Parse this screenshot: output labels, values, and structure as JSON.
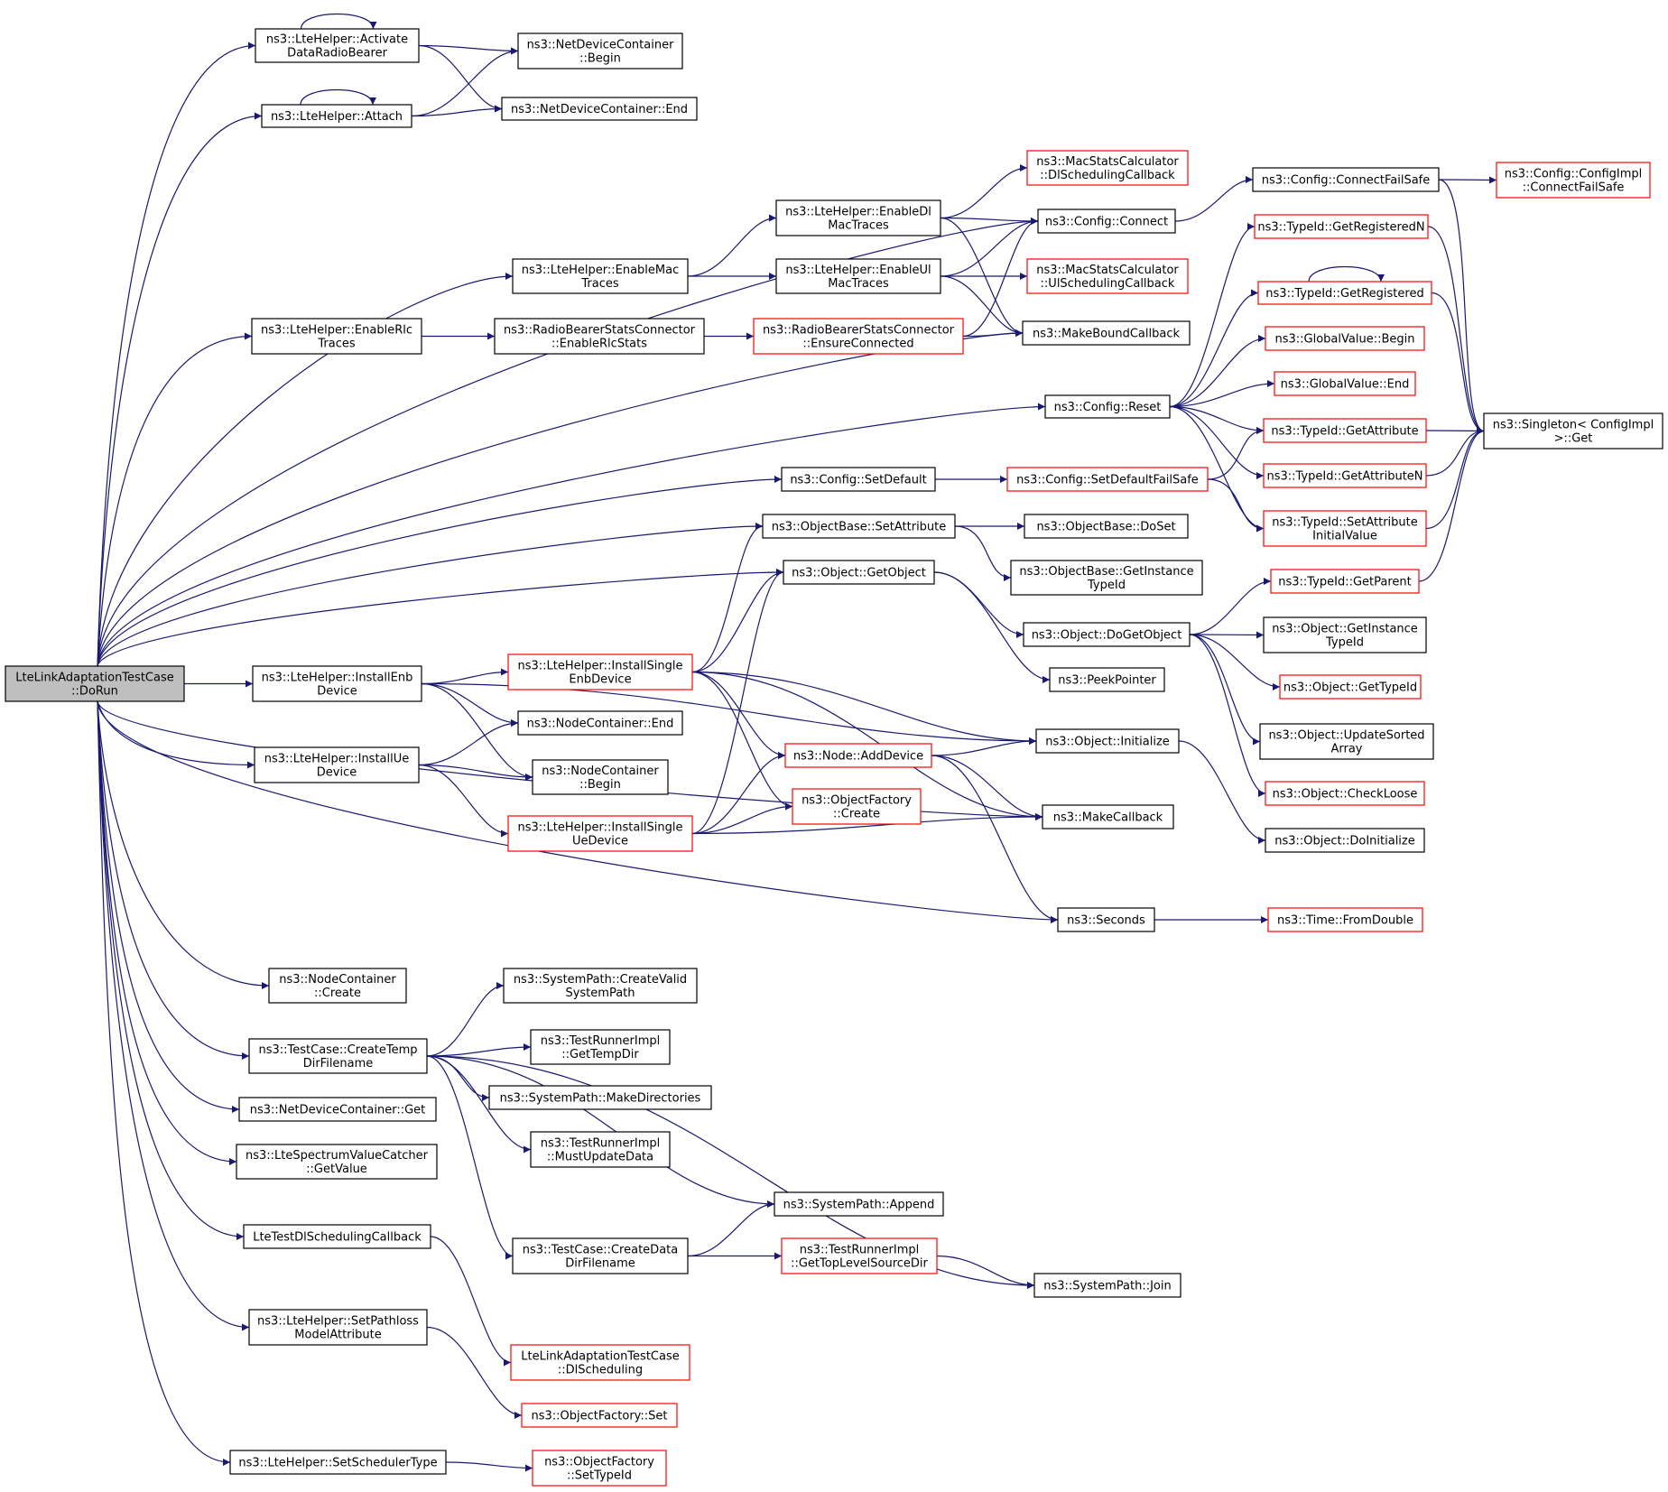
{
  "colors": {
    "edge": "#191970",
    "box_border": "#000000",
    "box_border_truncated": "#ff0000",
    "root_fill": "#bfbfbf"
  },
  "nodes": [
    {
      "id": "root",
      "lines": [
        "LteLinkAdaptationTestCase",
        "::DoRun"
      ],
      "style": "root"
    },
    {
      "id": "activate",
      "lines": [
        "ns3::LteHelper::Activate",
        "DataRadioBearer"
      ],
      "style": "normal"
    },
    {
      "id": "attach",
      "lines": [
        "ns3::LteHelper::Attach"
      ],
      "style": "normal"
    },
    {
      "id": "ndc_begin",
      "lines": [
        "ns3::NetDeviceContainer",
        "::Begin"
      ],
      "style": "normal"
    },
    {
      "id": "ndc_end",
      "lines": [
        "ns3::NetDeviceContainer::End"
      ],
      "style": "normal"
    },
    {
      "id": "msc_dl",
      "lines": [
        "ns3::MacStatsCalculator",
        "::DlSchedulingCallback"
      ],
      "style": "red"
    },
    {
      "id": "cfg_connectfs",
      "lines": [
        "ns3::Config::ConnectFailSafe"
      ],
      "style": "normal"
    },
    {
      "id": "cfgimpl_connectfs",
      "lines": [
        "ns3::Config::ConfigImpl",
        "::ConnectFailSafe"
      ],
      "style": "red"
    },
    {
      "id": "en_dl_mac",
      "lines": [
        "ns3::LteHelper::EnableDl",
        "MacTraces"
      ],
      "style": "normal"
    },
    {
      "id": "cfg_connect",
      "lines": [
        "ns3::Config::Connect"
      ],
      "style": "normal"
    },
    {
      "id": "tid_getregn",
      "lines": [
        "ns3::TypeId::GetRegisteredN"
      ],
      "style": "red"
    },
    {
      "id": "en_mac",
      "lines": [
        "ns3::LteHelper::EnableMac",
        "Traces"
      ],
      "style": "normal"
    },
    {
      "id": "en_ul_mac",
      "lines": [
        "ns3::LteHelper::EnableUl",
        "MacTraces"
      ],
      "style": "normal"
    },
    {
      "id": "msc_ul",
      "lines": [
        "ns3::MacStatsCalculator",
        "::UlSchedulingCallback"
      ],
      "style": "red"
    },
    {
      "id": "tid_getreg",
      "lines": [
        "ns3::TypeId::GetRegistered"
      ],
      "style": "red"
    },
    {
      "id": "en_rlc",
      "lines": [
        "ns3::LteHelper::EnableRlc",
        "Traces"
      ],
      "style": "normal"
    },
    {
      "id": "rbsc_enrlc",
      "lines": [
        "ns3::RadioBearerStatsConnector",
        "::EnableRlcStats"
      ],
      "style": "normal"
    },
    {
      "id": "rbsc_ensure",
      "lines": [
        "ns3::RadioBearerStatsConnector",
        "::EnsureConnected"
      ],
      "style": "red"
    },
    {
      "id": "make_bound",
      "lines": [
        "ns3::MakeBoundCallback"
      ],
      "style": "normal"
    },
    {
      "id": "gv_begin",
      "lines": [
        "ns3::GlobalValue::Begin"
      ],
      "style": "red"
    },
    {
      "id": "gv_end",
      "lines": [
        "ns3::GlobalValue::End"
      ],
      "style": "red"
    },
    {
      "id": "cfg_reset",
      "lines": [
        "ns3::Config::Reset"
      ],
      "style": "normal"
    },
    {
      "id": "tid_getattr",
      "lines": [
        "ns3::TypeId::GetAttribute"
      ],
      "style": "red"
    },
    {
      "id": "singleton",
      "lines": [
        "ns3::Singleton< ConfigImpl",
        ">::Get"
      ],
      "style": "normal"
    },
    {
      "id": "cfg_setdef",
      "lines": [
        "ns3::Config::SetDefault"
      ],
      "style": "normal"
    },
    {
      "id": "cfg_setdeffs",
      "lines": [
        "ns3::Config::SetDefaultFailSafe"
      ],
      "style": "red"
    },
    {
      "id": "tid_getattrn",
      "lines": [
        "ns3::TypeId::GetAttributeN"
      ],
      "style": "red"
    },
    {
      "id": "ob_setattr",
      "lines": [
        "ns3::ObjectBase::SetAttribute"
      ],
      "style": "normal"
    },
    {
      "id": "ob_doset",
      "lines": [
        "ns3::ObjectBase::DoSet"
      ],
      "style": "normal"
    },
    {
      "id": "tid_setattrinit",
      "lines": [
        "ns3::TypeId::SetAttribute",
        "InitialValue"
      ],
      "style": "red"
    },
    {
      "id": "ob_getinst",
      "lines": [
        "ns3::ObjectBase::GetInstance",
        "TypeId"
      ],
      "style": "normal"
    },
    {
      "id": "obj_getobject",
      "lines": [
        "ns3::Object::GetObject"
      ],
      "style": "normal"
    },
    {
      "id": "tid_getparent",
      "lines": [
        "ns3::TypeId::GetParent"
      ],
      "style": "red"
    },
    {
      "id": "obj_dogetobject",
      "lines": [
        "ns3::Object::DoGetObject"
      ],
      "style": "normal"
    },
    {
      "id": "obj_getinst",
      "lines": [
        "ns3::Object::GetInstance",
        "TypeId"
      ],
      "style": "normal"
    },
    {
      "id": "inst_enb",
      "lines": [
        "ns3::LteHelper::InstallEnb",
        "Device"
      ],
      "style": "normal"
    },
    {
      "id": "inst_single_enb",
      "lines": [
        "ns3::LteHelper::InstallSingle",
        "EnbDevice"
      ],
      "style": "red"
    },
    {
      "id": "peek",
      "lines": [
        "ns3::PeekPointer"
      ],
      "style": "normal"
    },
    {
      "id": "obj_gettypeid",
      "lines": [
        "ns3::Object::GetTypeId"
      ],
      "style": "red"
    },
    {
      "id": "nc_end",
      "lines": [
        "ns3::NodeContainer::End"
      ],
      "style": "normal"
    },
    {
      "id": "obj_updsorted",
      "lines": [
        "ns3::Object::UpdateSorted",
        "Array"
      ],
      "style": "normal"
    },
    {
      "id": "obj_init",
      "lines": [
        "ns3::Object::Initialize"
      ],
      "style": "normal"
    },
    {
      "id": "inst_ue",
      "lines": [
        "ns3::LteHelper::InstallUe",
        "Device"
      ],
      "style": "normal"
    },
    {
      "id": "node_adddev",
      "lines": [
        "ns3::Node::AddDevice"
      ],
      "style": "red"
    },
    {
      "id": "nc_begin",
      "lines": [
        "ns3::NodeContainer",
        "::Begin"
      ],
      "style": "normal"
    },
    {
      "id": "obj_checkloose",
      "lines": [
        "ns3::Object::CheckLoose"
      ],
      "style": "red"
    },
    {
      "id": "of_create",
      "lines": [
        "ns3::ObjectFactory",
        "::Create"
      ],
      "style": "red"
    },
    {
      "id": "make_cb",
      "lines": [
        "ns3::MakeCallback"
      ],
      "style": "normal"
    },
    {
      "id": "inst_single_ue",
      "lines": [
        "ns3::LteHelper::InstallSingle",
        "UeDevice"
      ],
      "style": "red"
    },
    {
      "id": "obj_doinit",
      "lines": [
        "ns3::Object::DoInitialize"
      ],
      "style": "normal"
    },
    {
      "id": "seconds",
      "lines": [
        "ns3::Seconds"
      ],
      "style": "normal"
    },
    {
      "id": "time_fromdouble",
      "lines": [
        "ns3::Time::FromDouble"
      ],
      "style": "red"
    },
    {
      "id": "nc_create",
      "lines": [
        "ns3::NodeContainer",
        "::Create"
      ],
      "style": "normal"
    },
    {
      "id": "sp_createvalid",
      "lines": [
        "ns3::SystemPath::CreateValid",
        "SystemPath"
      ],
      "style": "normal"
    },
    {
      "id": "tc_createtemp",
      "lines": [
        "ns3::TestCase::CreateTemp",
        "DirFilename"
      ],
      "style": "normal"
    },
    {
      "id": "tri_gettemp",
      "lines": [
        "ns3::TestRunnerImpl",
        "::GetTempDir"
      ],
      "style": "normal"
    },
    {
      "id": "sp_makedirs",
      "lines": [
        "ns3::SystemPath::MakeDirectories"
      ],
      "style": "normal"
    },
    {
      "id": "ndc_get",
      "lines": [
        "ns3::NetDeviceContainer::Get"
      ],
      "style": "normal"
    },
    {
      "id": "tri_mustupdate",
      "lines": [
        "ns3::TestRunnerImpl",
        "::MustUpdateData"
      ],
      "style": "normal"
    },
    {
      "id": "lsvc_getvalue",
      "lines": [
        "ns3::LteSpectrumValueCatcher",
        "::GetValue"
      ],
      "style": "normal"
    },
    {
      "id": "sp_append",
      "lines": [
        "ns3::SystemPath::Append"
      ],
      "style": "normal"
    },
    {
      "id": "lte_test_dl",
      "lines": [
        "LteTestDlSchedulingCallback"
      ],
      "style": "normal"
    },
    {
      "id": "tc_createdata",
      "lines": [
        "ns3::TestCase::CreateData",
        "DirFilename"
      ],
      "style": "normal"
    },
    {
      "id": "tri_gettoplevel",
      "lines": [
        "ns3::TestRunnerImpl",
        "::GetTopLevelSourceDir"
      ],
      "style": "red"
    },
    {
      "id": "sp_join",
      "lines": [
        "ns3::SystemPath::Join"
      ],
      "style": "normal"
    },
    {
      "id": "set_pathloss",
      "lines": [
        "ns3::LteHelper::SetPathloss",
        "ModelAttribute"
      ],
      "style": "normal"
    },
    {
      "id": "llatc_dlsched",
      "lines": [
        "LteLinkAdaptationTestCase",
        "::DlScheduling"
      ],
      "style": "red"
    },
    {
      "id": "of_set",
      "lines": [
        "ns3::ObjectFactory::Set"
      ],
      "style": "red"
    },
    {
      "id": "set_sched",
      "lines": [
        "ns3::LteHelper::SetSchedulerType"
      ],
      "style": "normal"
    },
    {
      "id": "of_settypeid",
      "lines": [
        "ns3::ObjectFactory",
        "::SetTypeId"
      ],
      "style": "red"
    }
  ],
  "edges": [
    [
      "root",
      "activate"
    ],
    [
      "root",
      "attach"
    ],
    [
      "root",
      "cfg_connect"
    ],
    [
      "root",
      "en_mac"
    ],
    [
      "root",
      "en_rlc"
    ],
    [
      "root",
      "make_bound"
    ],
    [
      "root",
      "cfg_reset"
    ],
    [
      "root",
      "cfg_setdef"
    ],
    [
      "root",
      "ob_setattr"
    ],
    [
      "root",
      "obj_getobject"
    ],
    [
      "root",
      "inst_enb"
    ],
    [
      "root",
      "inst_ue"
    ],
    [
      "root",
      "make_cb"
    ],
    [
      "root",
      "seconds"
    ],
    [
      "root",
      "nc_create"
    ],
    [
      "root",
      "tc_createtemp"
    ],
    [
      "root",
      "ndc_get"
    ],
    [
      "root",
      "lsvc_getvalue"
    ],
    [
      "root",
      "lte_test_dl"
    ],
    [
      "root",
      "set_pathloss"
    ],
    [
      "root",
      "set_sched"
    ],
    [
      "activate",
      "activate"
    ],
    [
      "activate",
      "ndc_begin"
    ],
    [
      "activate",
      "ndc_end"
    ],
    [
      "attach",
      "attach"
    ],
    [
      "attach",
      "ndc_begin"
    ],
    [
      "attach",
      "ndc_end"
    ],
    [
      "en_mac",
      "en_dl_mac"
    ],
    [
      "en_mac",
      "en_ul_mac"
    ],
    [
      "en_dl_mac",
      "msc_dl"
    ],
    [
      "en_dl_mac",
      "cfg_connect"
    ],
    [
      "en_dl_mac",
      "make_bound"
    ],
    [
      "en_ul_mac",
      "cfg_connect"
    ],
    [
      "en_ul_mac",
      "msc_ul"
    ],
    [
      "en_ul_mac",
      "make_bound"
    ],
    [
      "cfg_connect",
      "cfg_connectfs"
    ],
    [
      "cfg_connectfs",
      "cfgimpl_connectfs"
    ],
    [
      "cfg_connectfs",
      "singleton"
    ],
    [
      "en_rlc",
      "rbsc_enrlc"
    ],
    [
      "rbsc_enrlc",
      "rbsc_ensure"
    ],
    [
      "rbsc_ensure",
      "cfg_connect"
    ],
    [
      "rbsc_ensure",
      "make_bound"
    ],
    [
      "cfg_reset",
      "tid_getregn"
    ],
    [
      "cfg_reset",
      "tid_getreg"
    ],
    [
      "cfg_reset",
      "gv_begin"
    ],
    [
      "cfg_reset",
      "gv_end"
    ],
    [
      "cfg_reset",
      "tid_getattr"
    ],
    [
      "cfg_reset",
      "tid_getattrn"
    ],
    [
      "cfg_reset",
      "tid_setattrinit"
    ],
    [
      "tid_getregn",
      "singleton"
    ],
    [
      "tid_getreg",
      "tid_getreg"
    ],
    [
      "tid_getreg",
      "singleton"
    ],
    [
      "tid_getattr",
      "singleton"
    ],
    [
      "tid_getattrn",
      "singleton"
    ],
    [
      "tid_setattrinit",
      "singleton"
    ],
    [
      "tid_getparent",
      "singleton"
    ],
    [
      "cfg_setdef",
      "cfg_setdeffs"
    ],
    [
      "cfg_setdeffs",
      "tid_getattr"
    ],
    [
      "cfg_setdeffs",
      "tid_setattrinit"
    ],
    [
      "ob_setattr",
      "ob_doset"
    ],
    [
      "ob_setattr",
      "ob_getinst"
    ],
    [
      "obj_getobject",
      "obj_dogetobject"
    ],
    [
      "obj_getobject",
      "peek"
    ],
    [
      "obj_dogetobject",
      "tid_getparent"
    ],
    [
      "obj_dogetobject",
      "obj_getinst"
    ],
    [
      "obj_dogetobject",
      "obj_gettypeid"
    ],
    [
      "obj_dogetobject",
      "obj_updsorted"
    ],
    [
      "obj_dogetobject",
      "obj_checkloose"
    ],
    [
      "inst_enb",
      "inst_single_enb"
    ],
    [
      "inst_enb",
      "nc_end"
    ],
    [
      "inst_enb",
      "nc_begin"
    ],
    [
      "inst_enb",
      "obj_init"
    ],
    [
      "inst_single_enb",
      "ob_setattr"
    ],
    [
      "inst_single_enb",
      "obj_getobject"
    ],
    [
      "inst_single_enb",
      "node_adddev"
    ],
    [
      "inst_single_enb",
      "obj_init"
    ],
    [
      "inst_single_enb",
      "of_create"
    ],
    [
      "inst_single_enb",
      "make_cb"
    ],
    [
      "inst_ue",
      "nc_end"
    ],
    [
      "inst_ue",
      "nc_begin"
    ],
    [
      "inst_ue",
      "inst_single_ue"
    ],
    [
      "inst_single_ue",
      "obj_getobject"
    ],
    [
      "inst_single_ue",
      "node_adddev"
    ],
    [
      "inst_single_ue",
      "of_create"
    ],
    [
      "inst_single_ue",
      "make_cb"
    ],
    [
      "node_adddev",
      "obj_init"
    ],
    [
      "node_adddev",
      "make_cb"
    ],
    [
      "node_adddev",
      "seconds"
    ],
    [
      "obj_init",
      "obj_doinit"
    ],
    [
      "seconds",
      "time_fromdouble"
    ],
    [
      "tc_createtemp",
      "sp_createvalid"
    ],
    [
      "tc_createtemp",
      "tri_gettemp"
    ],
    [
      "tc_createtemp",
      "sp_makedirs"
    ],
    [
      "tc_createtemp",
      "tri_mustupdate"
    ],
    [
      "tc_createtemp",
      "sp_append"
    ],
    [
      "tc_createtemp",
      "tc_createdata"
    ],
    [
      "tc_createtemp",
      "sp_join"
    ],
    [
      "tc_createdata",
      "sp_append"
    ],
    [
      "tc_createdata",
      "tri_gettoplevel"
    ],
    [
      "tri_gettoplevel",
      "sp_join"
    ],
    [
      "lte_test_dl",
      "llatc_dlsched"
    ],
    [
      "set_pathloss",
      "of_set"
    ],
    [
      "set_sched",
      "of_settypeid"
    ]
  ]
}
